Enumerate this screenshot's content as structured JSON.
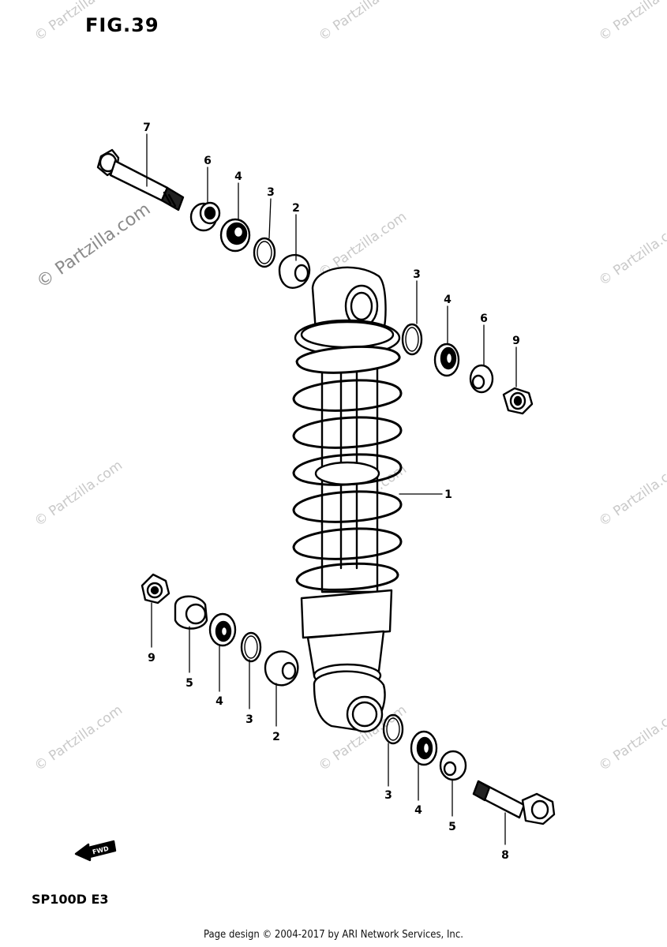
{
  "figure": {
    "title": "FIG.39",
    "model_code": "SP100D E3",
    "credit": "Page design © 2004-2017 by ARI Network Services, Inc.",
    "front_arrow": "FWD",
    "watermark": "© Partzilla.com"
  },
  "part_labels": [
    "1",
    "2",
    "3",
    "4",
    "5",
    "6",
    "7",
    "8",
    "9"
  ],
  "callouts": [
    {
      "id": "7-top",
      "text": "7"
    },
    {
      "id": "6-top",
      "text": "6"
    },
    {
      "id": "4-top",
      "text": "4"
    },
    {
      "id": "3-top",
      "text": "3"
    },
    {
      "id": "2-top",
      "text": "2"
    },
    {
      "id": "3-right",
      "text": "3"
    },
    {
      "id": "4-right",
      "text": "4"
    },
    {
      "id": "6-right",
      "text": "6"
    },
    {
      "id": "9-right",
      "text": "9"
    },
    {
      "id": "1-body",
      "text": "1"
    },
    {
      "id": "9-left",
      "text": "9"
    },
    {
      "id": "5-left",
      "text": "5"
    },
    {
      "id": "4-left",
      "text": "4"
    },
    {
      "id": "3-left",
      "text": "3"
    },
    {
      "id": "2-left",
      "text": "2"
    },
    {
      "id": "3-bottom",
      "text": "3"
    },
    {
      "id": "4-bottom",
      "text": "4"
    },
    {
      "id": "5-bottom",
      "text": "5"
    },
    {
      "id": "8-bottom",
      "text": "8"
    }
  ]
}
